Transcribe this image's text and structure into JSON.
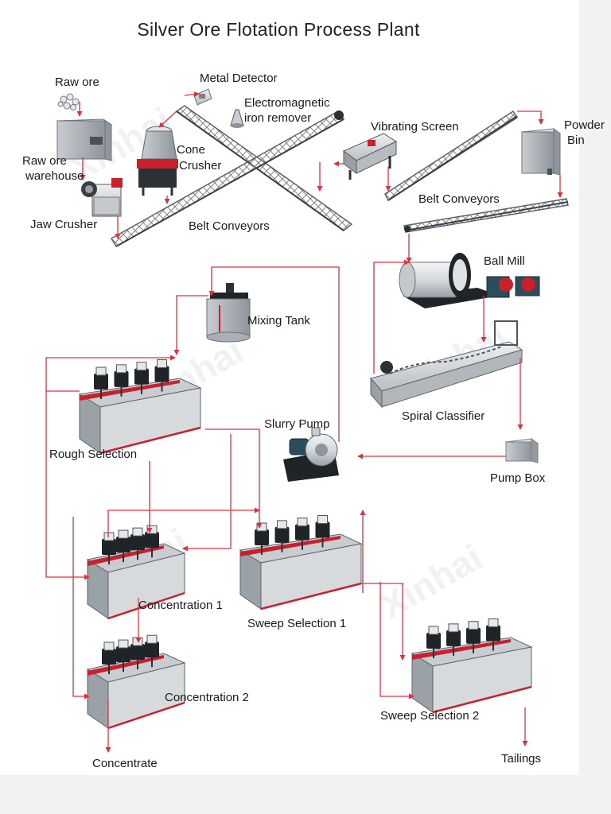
{
  "title": "Silver Ore Flotation Process Plant",
  "colors": {
    "flow_line": "#d9333f",
    "machine_body": "#d7dadd",
    "machine_dark": "#1f2428",
    "machine_accent": "#c8202d",
    "conveyor": "#9aa0a6"
  },
  "labels": {
    "raw_ore": "Raw ore",
    "metal_detector": "Metal Detector",
    "electromagnetic_1": "Electromagnetic",
    "electromagnetic_2": "iron remover",
    "vibrating_screen": "Vibrating Screen",
    "powder_bin_1": "Powder",
    "powder_bin_2": "Bin",
    "raw_ore_warehouse_1": "Raw ore",
    "raw_ore_warehouse_2": "warehouse",
    "cone_crusher_1": "Cone",
    "cone_crusher_2": "Crusher",
    "jaw_crusher": "Jaw Crusher",
    "belt_conveyors_left": "Belt Conveyors",
    "belt_conveyors_right": "Belt Conveyors",
    "ball_mill": "Ball Mill",
    "mixing_tank": "Mixing Tank",
    "spiral_classifier": "Spiral Classifier",
    "slurry_pump": "Slurry Pump",
    "rough_selection": "Rough Selection",
    "pump_box": "Pump Box",
    "concentration_1": "Concentration 1",
    "sweep_selection_1": "Sweep Selection 1",
    "concentration_2": "Concentration 2",
    "sweep_selection_2": "Sweep Selection 2",
    "concentrate": "Concentrate",
    "tailings": "Tailings"
  }
}
